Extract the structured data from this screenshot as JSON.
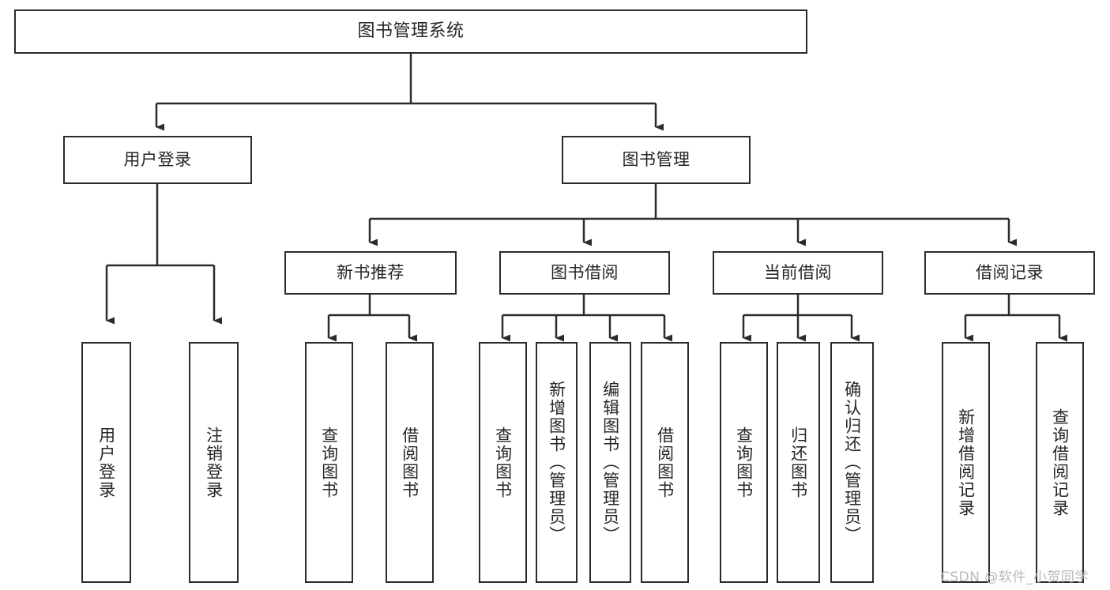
{
  "diagram": {
    "title": "图书管理系统",
    "type": "功能结构图",
    "watermark": "CSDN @软件_小贺同学",
    "colors": {
      "stroke": "#2b2b2b",
      "fill": "#ffffff",
      "text": "#262626",
      "watermark": "#b9b9b9"
    },
    "root": {
      "label": "图书管理系统"
    },
    "level2": [
      {
        "label": "用户登录"
      },
      {
        "label": "图书管理"
      }
    ],
    "level3": [
      {
        "label": "新书推荐"
      },
      {
        "label": "图书借阅"
      },
      {
        "label": "当前借阅"
      },
      {
        "label": "借阅记录"
      }
    ],
    "leaves": {
      "user_login": [
        {
          "label": "用户登录"
        },
        {
          "label": "注销登录"
        }
      ],
      "new_book_recommend": [
        {
          "label": "查询图书"
        },
        {
          "label": "借阅图书"
        }
      ],
      "book_borrow": [
        {
          "label": "查询图书"
        },
        {
          "label": "新增图书（管理员）"
        },
        {
          "label": "编辑图书（管理员）"
        },
        {
          "label": "借阅图书"
        }
      ],
      "current_borrow": [
        {
          "label": "查询图书"
        },
        {
          "label": "归还图书"
        },
        {
          "label": "确认归还（管理员）"
        }
      ],
      "borrow_record": [
        {
          "label": "新增借阅记录"
        },
        {
          "label": "查询借阅记录"
        }
      ]
    }
  }
}
